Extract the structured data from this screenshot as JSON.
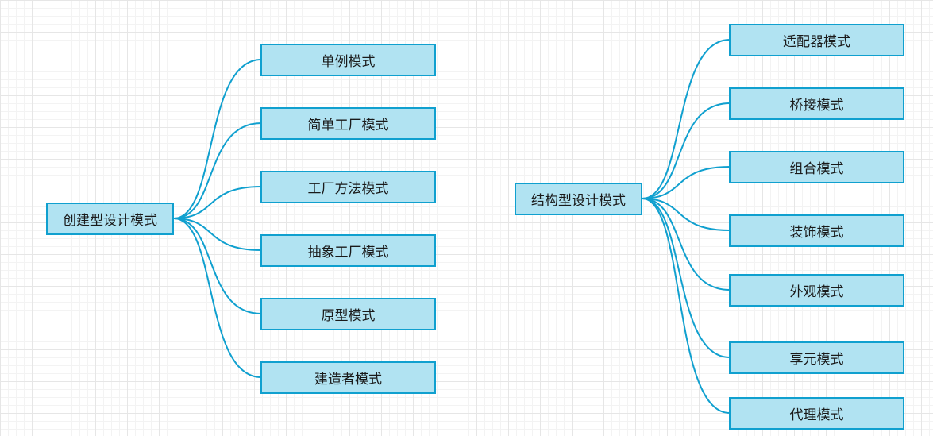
{
  "diagram": {
    "colors": {
      "node_fill": "#b1e3f2",
      "node_border": "#10a0cf",
      "connector": "#10a0cf",
      "text": "#1a1a1a"
    },
    "left_tree": {
      "root": "创建型设计模式",
      "children": [
        "单例模式",
        "简单工厂模式",
        "工厂方法模式",
        "抽象工厂模式",
        "原型模式",
        "建造者模式"
      ]
    },
    "right_tree": {
      "root": "结构型设计模式",
      "children": [
        "适配器模式",
        "桥接模式",
        "组合模式",
        "装饰模式",
        "外观模式",
        "享元模式",
        "代理模式"
      ]
    }
  }
}
